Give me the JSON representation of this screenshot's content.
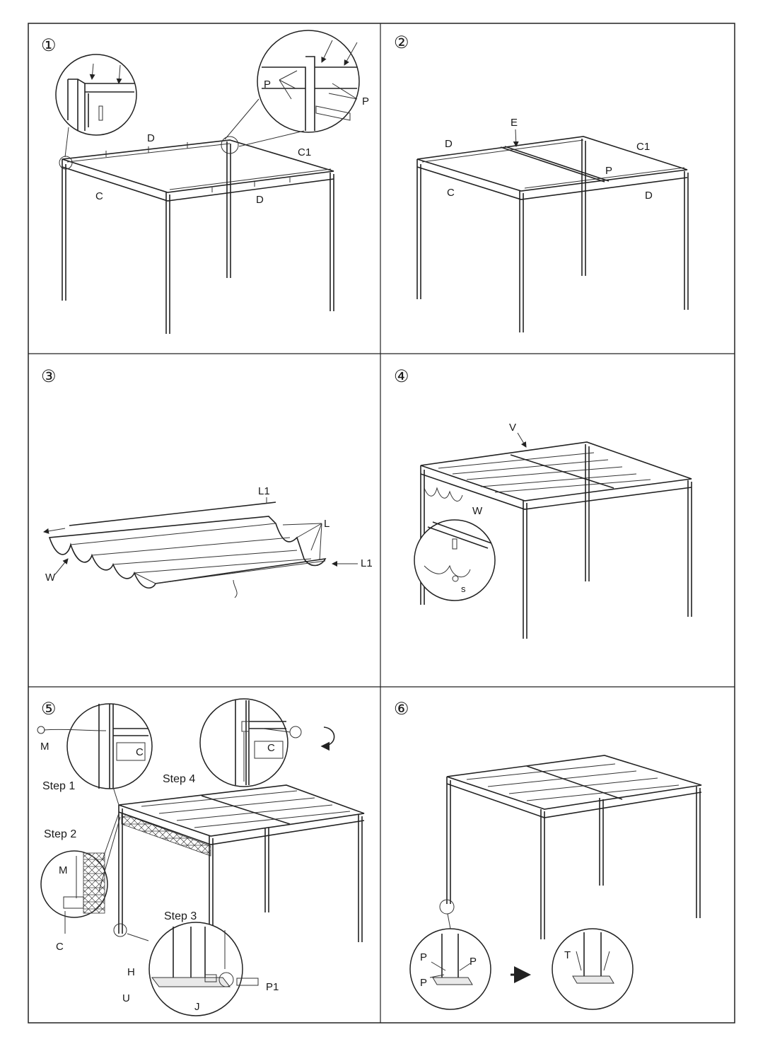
{
  "panels": [
    {
      "number": "①",
      "labels": {
        "d_top": "D",
        "c1": "C1",
        "c": "C",
        "d_front": "D",
        "p_left": "P",
        "p_right": "P"
      }
    },
    {
      "number": "②",
      "labels": {
        "e": "E",
        "d": "D",
        "c1": "C1",
        "p": "P",
        "c": "C",
        "d_front": "D"
      }
    },
    {
      "number": "③",
      "labels": {
        "l1_top": "L1",
        "l": "L",
        "l1_right": "L1",
        "w": "W"
      }
    },
    {
      "number": "④",
      "labels": {
        "v": "V",
        "w": "W",
        "s": "s"
      }
    },
    {
      "number": "⑤",
      "labels": {
        "m1": "M",
        "c_detail1": "C",
        "step1": "Step 1",
        "step4": "Step 4",
        "c_detail4": "C",
        "step2": "Step 2",
        "m2": "M",
        "c_detail2": "C",
        "step3": "Step 3",
        "h": "H",
        "u": "U",
        "j": "J",
        "p1": "P1"
      }
    },
    {
      "number": "⑥",
      "labels": {
        "p1": "P",
        "p2": "P",
        "p3": "P",
        "t": "T"
      }
    }
  ]
}
